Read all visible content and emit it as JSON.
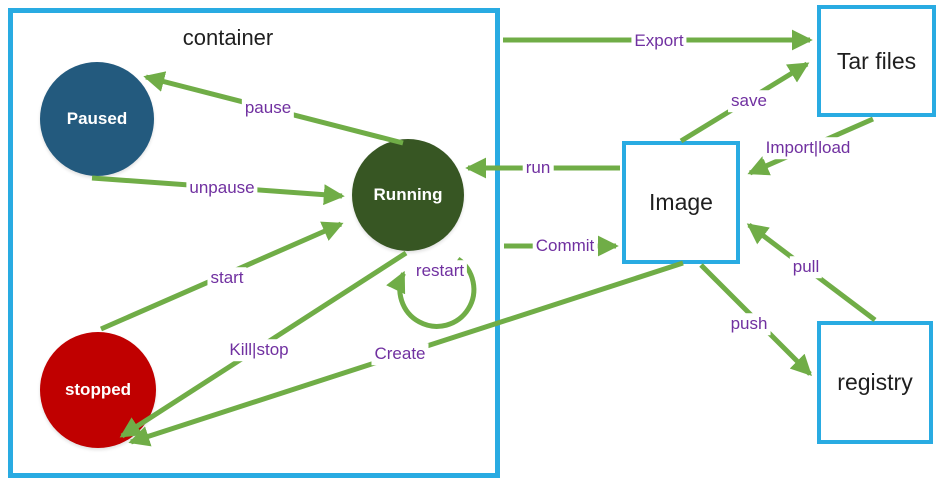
{
  "nodes": {
    "container": {
      "label": "container"
    },
    "paused": {
      "label": "Paused"
    },
    "running": {
      "label": "Running"
    },
    "stopped": {
      "label": "stopped"
    },
    "image": {
      "label": "Image"
    },
    "tar_files": {
      "label": "Tar files"
    },
    "registry": {
      "label": "registry"
    }
  },
  "edges": {
    "pause": {
      "label": "pause",
      "from": "running",
      "to": "paused"
    },
    "unpause": {
      "label": "unpause",
      "from": "paused",
      "to": "running"
    },
    "start": {
      "label": "start",
      "from": "stopped",
      "to": "running"
    },
    "kill_stop": {
      "label": "Kill|stop",
      "from": "running",
      "to": "stopped"
    },
    "restart": {
      "label": "restart",
      "from": "running",
      "to": "running"
    },
    "create": {
      "label": "Create",
      "from": "image",
      "to": "stopped"
    },
    "run": {
      "label": "run",
      "from": "image",
      "to": "running"
    },
    "commit": {
      "label": "Commit",
      "from": "container",
      "to": "image"
    },
    "export": {
      "label": "Export",
      "from": "container",
      "to": "tar_files"
    },
    "save": {
      "label": "save",
      "from": "image",
      "to": "tar_files"
    },
    "import_load": {
      "label": "Import|load",
      "from": "tar_files",
      "to": "image"
    },
    "pull": {
      "label": "pull",
      "from": "registry",
      "to": "image"
    },
    "push": {
      "label": "push",
      "from": "image",
      "to": "registry"
    }
  },
  "colors": {
    "border_cyan": "#29ABE2",
    "arrow_green": "#70AD47",
    "label_purple": "#7030A0",
    "paused_fill": "#235A7E",
    "running_fill": "#375623",
    "stopped_fill": "#C00000",
    "node_text": "#FFFFFF",
    "box_text": "#1F1F1F",
    "canvas_bg": "#FFFFFF"
  }
}
